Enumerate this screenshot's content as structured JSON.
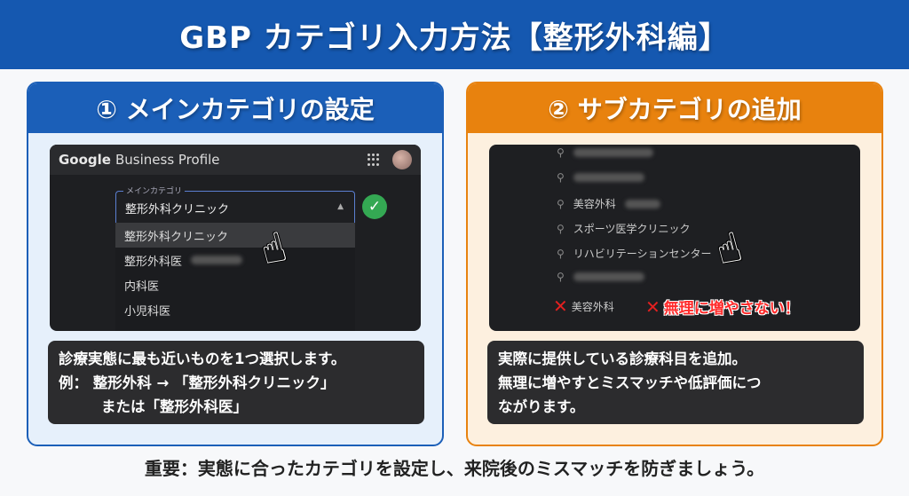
{
  "header": {
    "title": "GBP カテゴリ入力方法【整形外科編】"
  },
  "left_panel": {
    "title": "① メインカテゴリの設定",
    "screen": {
      "brand_google": "Google",
      "brand_product": "Business Profile",
      "field_label": "メインカテゴリ",
      "field_value": "整形外科クリニック",
      "caret": "▲",
      "check": "✓",
      "dropdown_items": [
        "整形外科クリニック",
        "整形外科医",
        "内科医",
        "小児科医"
      ]
    },
    "note": {
      "line1": "診療実態に最も近いものを1つ選択します。",
      "line2": "例： 整形外科 → 「整形外科クリニック」",
      "line3": "または「整形外科医」"
    },
    "accent": "#1b5fb8"
  },
  "right_panel": {
    "title": "② サブカテゴリの追加",
    "screen": {
      "search_icon": "⚲",
      "items": [
        "美容外科",
        "スポーツ医学クリニック",
        "リハビリテーションセンター"
      ],
      "rejected_item": "美容外科",
      "x_mark": "✕",
      "warning": "無理に増やさない！"
    },
    "note": {
      "line1": "実際に提供している診療科目を追加。",
      "line2": "無理に増やすとミスマッチや低評価につ",
      "line3": "ながります。"
    },
    "accent": "#e8820e"
  },
  "footer": {
    "text": "重要：実態に合ったカテゴリを設定し、来院後のミスマッチを防ぎましょう。"
  },
  "hand": "☝"
}
